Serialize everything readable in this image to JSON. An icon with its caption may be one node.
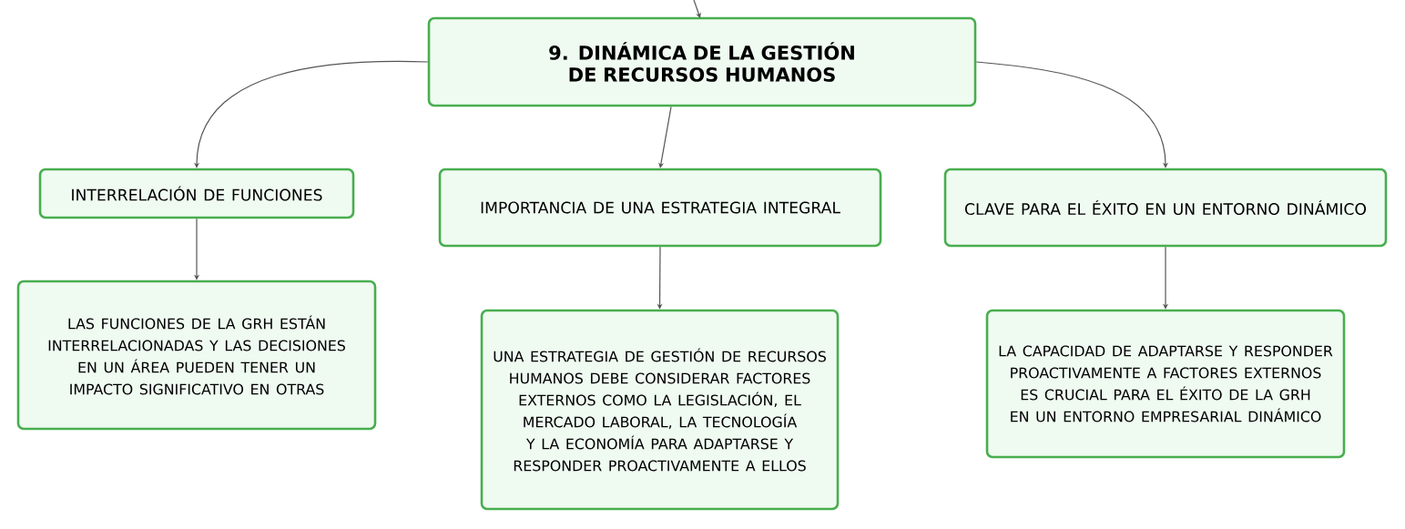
{
  "diagram": {
    "nodes": [
      {
        "text": [
          "9. DINÁMICA DE LA GESTIÓN DE RECURSOS HUMANOS"
        ]
      },
      {
        "text": [
          "INTERRELACIÓN DE FUNCIONES"
        ]
      },
      {
        "text": [
          "IMPORTANCIA DE UNA ESTRATEGIA INTEGRAL"
        ]
      },
      {
        "text": [
          "CLAVE PARA EL ÉXITO EN UN ENTORNO DINÁMICO"
        ]
      },
      {
        "text": [
          "LAS FUNCIONES DE LA GRH ESTÁN INTERRELACIONADAS Y LAS DECISIONES EN UN ÁREA PUEDEN TENER UN IMPACTO SIGNIFICATIVO EN OTRAS"
        ]
      },
      {
        "text": [
          "UNA ESTRATEGIA DE GESTIÓN DE RECURSOS HUMANOS DEBE CONSIDERAR FACTORES EXTERNOS COMO LA LEGISLACIÓN, EL MERCADO LABORAL, LA TECNOLOGÍA Y LA ECONOMÍA PARA ADAPTARSE Y RESPONDER PROACTIVAMENTE A ELLOS"
        ]
      },
      {
        "text": [
          "LA CAPACIDAD DE ADAPTARSE Y RESPONDER PROACTIVAMENTE A FACTORES EXTERNOS ES CRUCIAL PARA EL ÉXITO DE LA GRH EN UN ENTORNO EMPRESARIAL DINÁMICO"
        ]
      }
    ],
    "edges": [
      {
        "from": null,
        "to": 0,
        "arrow": "to"
      },
      {
        "from": 0,
        "to": 1,
        "arrow": "to"
      },
      {
        "from": 0,
        "to": 2,
        "arrow": "to"
      },
      {
        "from": 0,
        "to": 3,
        "arrow": "to"
      },
      {
        "from": 1,
        "to": 4,
        "arrow": "to"
      },
      {
        "from": 2,
        "to": 5,
        "arrow": "to"
      },
      {
        "from": 3,
        "to": 6,
        "arrow": "to"
      }
    ]
  }
}
